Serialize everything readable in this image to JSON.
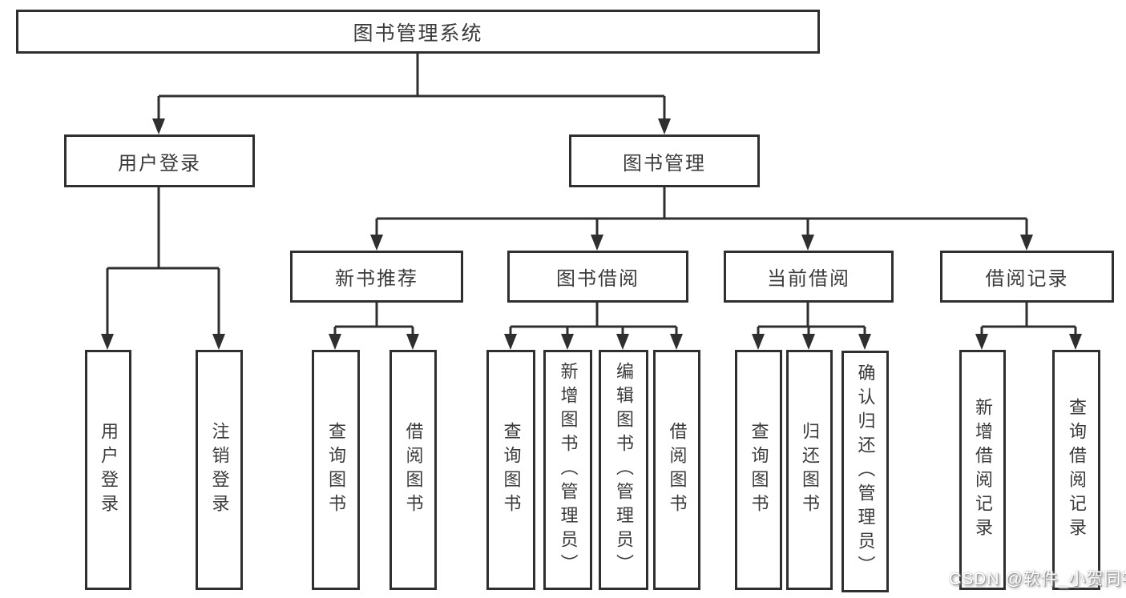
{
  "tree": {
    "label": "图书管理系统",
    "children": [
      {
        "label": "用户登录",
        "children": [
          {
            "label": "用户登录"
          },
          {
            "label": "注销登录"
          }
        ]
      },
      {
        "label": "图书管理",
        "children": [
          {
            "label": "新书推荐",
            "children": [
              {
                "label": "查询图书"
              },
              {
                "label": "借阅图书"
              }
            ]
          },
          {
            "label": "图书借阅",
            "children": [
              {
                "label": "查询图书"
              },
              {
                "label": "新增图书（管理员）"
              },
              {
                "label": "编辑图书（管理员）"
              },
              {
                "label": "借阅图书"
              }
            ]
          },
          {
            "label": "当前借阅",
            "children": [
              {
                "label": "查询图书"
              },
              {
                "label": "归还图书"
              },
              {
                "label": "确认归还（管理员）"
              }
            ]
          },
          {
            "label": "借阅记录",
            "children": [
              {
                "label": "新增借阅记录"
              },
              {
                "label": "查询借阅记录"
              }
            ]
          }
        ]
      }
    ]
  },
  "watermark": {
    "text": "CSDN @软件_小贺同学"
  },
  "colors": {
    "line": "#2f2f2f",
    "node_text": "#3b3b3b",
    "background": "#ffffff",
    "watermark_text": "#ffffff"
  }
}
